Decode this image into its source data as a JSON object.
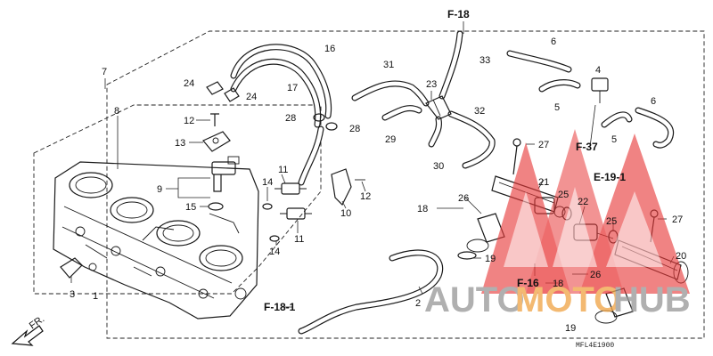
{
  "diagram": {
    "part_labels": [
      "1",
      "2",
      "3",
      "4",
      "5",
      "5",
      "6",
      "6",
      "7",
      "8",
      "9",
      "10",
      "11",
      "11",
      "12",
      "12",
      "13",
      "14",
      "14",
      "15",
      "16",
      "17",
      "18",
      "18",
      "19",
      "19",
      "20",
      "21",
      "22",
      "23",
      "24",
      "24",
      "25",
      "25",
      "26",
      "26",
      "27",
      "27",
      "28",
      "28",
      "29",
      "30",
      "31",
      "32",
      "33"
    ],
    "ref_labels": [
      "F-18",
      "F-18-1",
      "F-37",
      "E-19-1",
      "F-16"
    ],
    "front_marker": "FR.",
    "diagram_code": "MFL4E1900"
  },
  "watermark": {
    "text_auto": "AUTO",
    "text_moto": "MOTO",
    "text_hub": "HUB",
    "color_red": "#e83a3a",
    "color_gray": "#9a9a9a",
    "color_orange": "#f0a64a"
  }
}
